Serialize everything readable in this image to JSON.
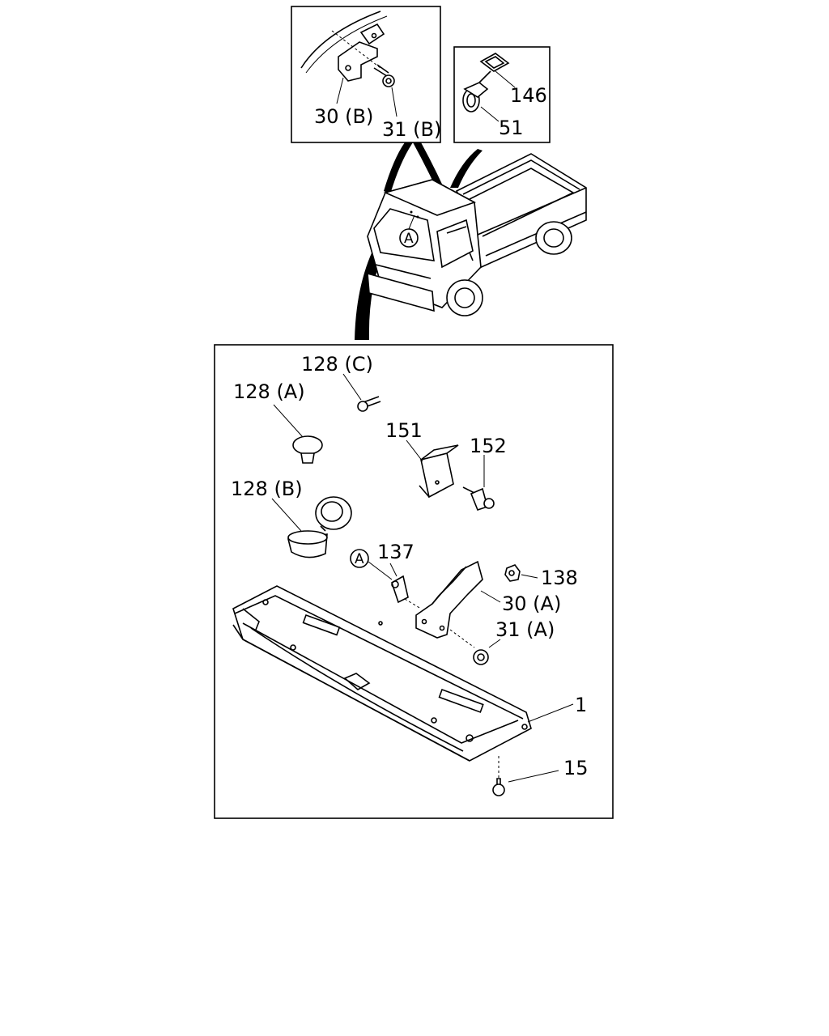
{
  "callouts": {
    "inset_b": {
      "label_30b": "30 (B)",
      "label_31b": "31 (B)"
    },
    "inset_c": {
      "label_146": "146",
      "label_51": "51"
    },
    "truck": {
      "marker_a": "A"
    },
    "main": {
      "label_128c": "128 (C)",
      "label_128a": "128 (A)",
      "label_128b": "128 (B)",
      "label_151": "151",
      "label_152": "152",
      "marker_a": "A",
      "label_137": "137",
      "label_138": "138",
      "label_30a": "30 (A)",
      "label_31a": "31 (A)",
      "label_1": "1",
      "label_15": "15"
    }
  }
}
